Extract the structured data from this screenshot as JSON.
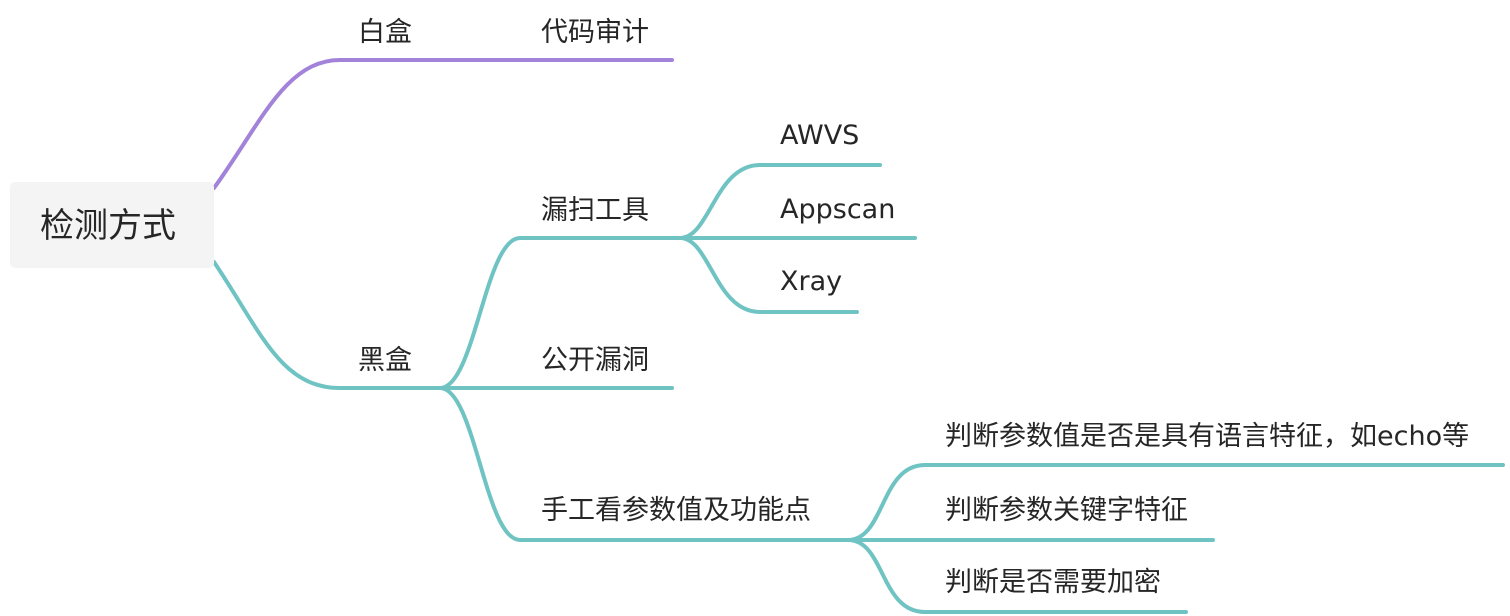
{
  "colors": {
    "white_box_branch": "#a383d9",
    "black_box_branch": "#6fc3c2",
    "root_fill": "#f4f4f4",
    "text": "#262626"
  },
  "root": {
    "label": "检测方式"
  },
  "white_box": {
    "label": "白盒",
    "child": "代码审计"
  },
  "black_box": {
    "label": "黑盒",
    "scan_tools": {
      "label": "漏扫工具",
      "children": [
        "AWVS",
        "Appscan",
        "Xray"
      ]
    },
    "public_vuln": {
      "label": "公开漏洞"
    },
    "manual": {
      "label": "手工看参数值及功能点",
      "children": [
        "判断参数值是否是具有语言特征，如echo等",
        "判断参数关键字特征",
        "判断是否需要加密"
      ]
    }
  }
}
